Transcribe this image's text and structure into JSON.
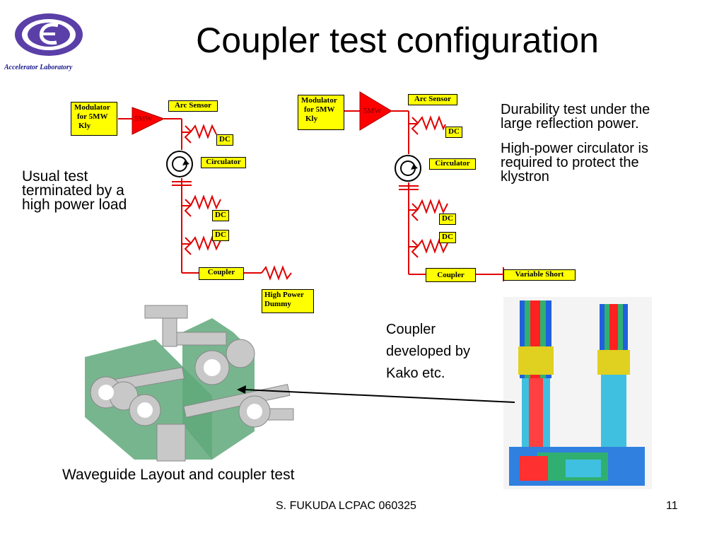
{
  "slide": {
    "title": "Coupler test configuration",
    "logo_text": "Accelerator Laboratory",
    "footer_left": "S. FUKUDA LCPAC 060325",
    "page_number": "11"
  },
  "left_diagram": {
    "modulator": [
      "Modulator",
      "for 5MW",
      "Kly"
    ],
    "klystron": "5MW",
    "arc_sensor": "Arc Sensor",
    "dc1": "DC",
    "circulator": "Circulator",
    "dc2": "DC",
    "dc3": "DC",
    "coupler": "Coupler",
    "load": [
      "High Power",
      "Dummy"
    ],
    "note": [
      "Usual test",
      "terminated by a",
      "high power load"
    ]
  },
  "right_diagram": {
    "modulator": [
      "Modulator",
      "for 5MW",
      "Kly"
    ],
    "klystron": "5MW",
    "arc_sensor": "Arc Sensor",
    "dc1": "DC",
    "circulator": "Circulator",
    "dc2": "DC",
    "dc3": "DC",
    "coupler": "Coupler",
    "short": "Variable Short",
    "note1": [
      "Durability test under the",
      "large  reflection power."
    ],
    "note2": [
      "High-power circulator is",
      "required  to protect the",
      "klystron"
    ]
  },
  "coupler_note": [
    "Coupler",
    "developed by",
    "Kako etc."
  ],
  "waveguide_caption": "Waveguide Layout and coupler test",
  "colors": {
    "red_line": "#e00000",
    "box_fill": "#ffff00",
    "klystron_fill": "#ff0000",
    "logo": "#3a2a8c"
  }
}
